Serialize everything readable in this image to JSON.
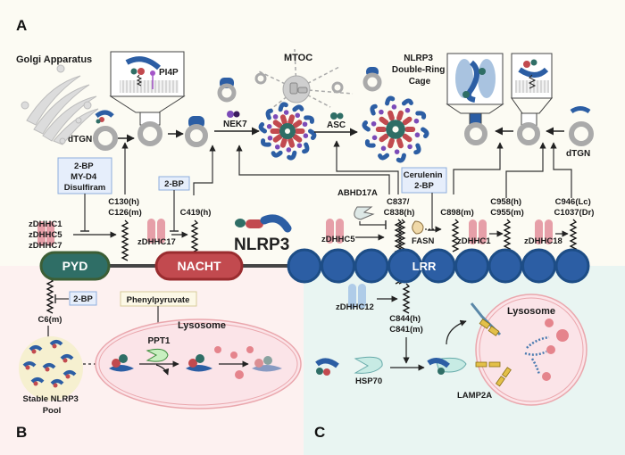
{
  "panels": {
    "a": "A",
    "b": "B",
    "c": "C"
  },
  "colors": {
    "panel_a_bg": "#fcfbf3",
    "panel_b_bg": "#fdf1f0",
    "panel_c_bg": "#e9f5f2",
    "pyd": "#2f6e66",
    "nacht": "#c24a4f",
    "lrr": "#2c5ea4",
    "inhibitor_box": "#e6eefb",
    "zdhhc_pink": "#e3909c",
    "zdhhc_blue": "#a9c8e8"
  },
  "golgi": {
    "title": "Golgi Apparatus",
    "dtgn_left": "dTGN",
    "dtgn_right": "dTGN",
    "pi4p": "PI4P"
  },
  "mtoc": {
    "title": "MTOC",
    "nek7": "NEK7",
    "asc": "ASC"
  },
  "cage": {
    "line1": "NLRP3",
    "line2": "Double-Ring",
    "line3": "Cage"
  },
  "domains": {
    "pyd": "PYD",
    "nacht": "NACHT",
    "lrr": "LRR",
    "protein": "NLRP3"
  },
  "inhibitors": {
    "box1": [
      "2-BP",
      "MY-D4",
      "Disulfiram"
    ],
    "box2": "2-BP",
    "box3": [
      "Cerulenin",
      "2-BP"
    ],
    "box4": "2-BP",
    "phenylpyruvate": "Phenylpyruvate"
  },
  "enzymes": {
    "zdhhc_group": [
      "zDHHC1",
      "zDHHC5",
      "zDHHC7"
    ],
    "zdhhc17": "zDHHC17",
    "zdhhc5": "zDHHC5",
    "zdhhc1": "zDHHC1",
    "zdhhc18": "zDHHC18",
    "zdhhc12": "zDHHC12",
    "abhd17a": "ABHD17A",
    "fasn": "FASN",
    "ppt1": "PPT1",
    "hsp70": "HSP70",
    "lamp2a": "LAMP2A"
  },
  "sites": {
    "c130": [
      "C130(h)",
      "C126(m)"
    ],
    "c419": "C419(h)",
    "c837": [
      "C837/",
      "C838(h)"
    ],
    "c898": "C898(m)",
    "c958": [
      "C958(h)",
      "C955(m)"
    ],
    "c946": [
      "C946(Lc)",
      "C1037(Dr)"
    ],
    "c6": "C6(m)",
    "c844": [
      "C844(h)",
      "C841(m)"
    ]
  },
  "lysosome": {
    "b": "Lysosome",
    "c": "Lysosome"
  },
  "pool": [
    "Stable NLRP3",
    "Pool"
  ]
}
